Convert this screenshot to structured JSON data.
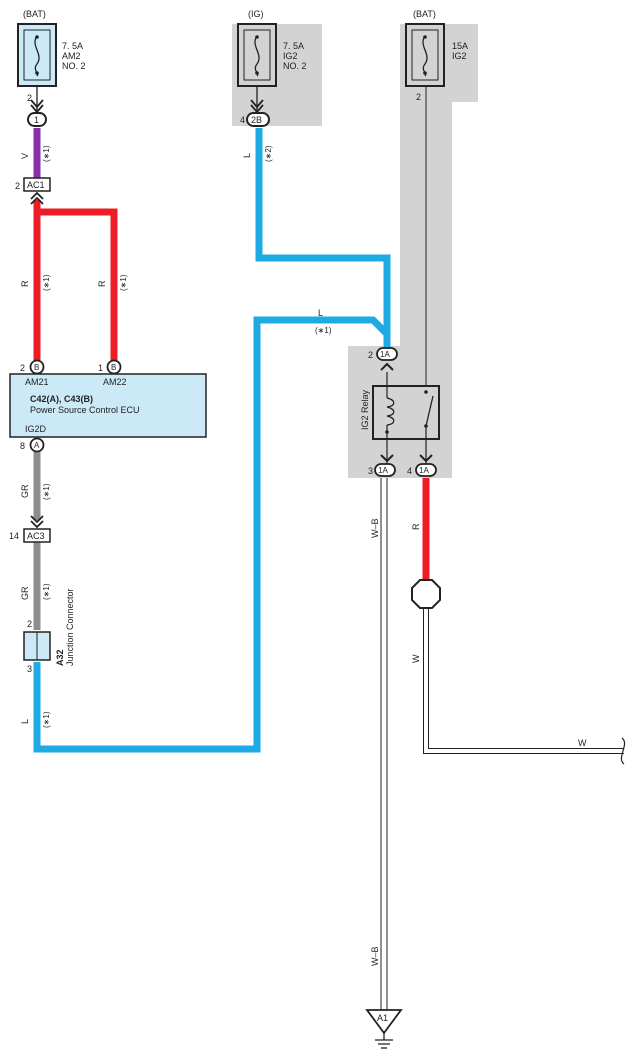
{
  "colors": {
    "violet": "#8B2FA8",
    "red": "#EE1C25",
    "blue": "#1EABE3",
    "gray": "#8E8E8E",
    "white_wire": "#FFFFFF",
    "box_fill": "#CCE9F7",
    "shade": "#D3D3D3",
    "line": "#222222"
  },
  "fuses": {
    "am2": {
      "source": "(BAT)",
      "rating": "7. 5A",
      "name": "AM2",
      "name2": "NO. 2",
      "pin": "2"
    },
    "ig2_no2": {
      "source": "(IG)",
      "rating": "7. 5A",
      "name": "IG2",
      "name2": "NO. 2",
      "pin": "4"
    },
    "ig2": {
      "source": "(BAT)",
      "rating": "15A",
      "name": "IG2",
      "pin": "2"
    }
  },
  "connectors": {
    "c1": "1",
    "c2b": "2B",
    "ac1": "AC1",
    "ac1_pin": "2",
    "ac3": "AC3",
    "ac3_pin": "14",
    "b_left": "B",
    "b_left_pin": "2",
    "b_right": "B",
    "b_right_pin": "1",
    "a_ecu": "A",
    "a_ecu_pin": "8",
    "relay_in": "1A",
    "relay_in_pin": "2",
    "relay_out_left": "1A",
    "relay_out_left_pin": "3",
    "relay_out_right": "1A",
    "relay_out_right_pin": "4",
    "ground": "A1"
  },
  "wires": {
    "v": "V",
    "l": "L",
    "r": "R",
    "gr": "GR",
    "wb": "W–B",
    "w": "W"
  },
  "notes": {
    "n1": "(∗1)",
    "n2": "(∗2)"
  },
  "ecu": {
    "code": "C42(A), C43(B)",
    "name": "Power Source Control ECU",
    "pin_am21": "AM21",
    "pin_am22": "AM22",
    "pin_ig2d": "IG2D"
  },
  "junction": {
    "code": "A32",
    "name": "Junction Connector",
    "pin_top": "2",
    "pin_bottom": "3"
  },
  "relay": {
    "name": "IG2 Relay"
  }
}
